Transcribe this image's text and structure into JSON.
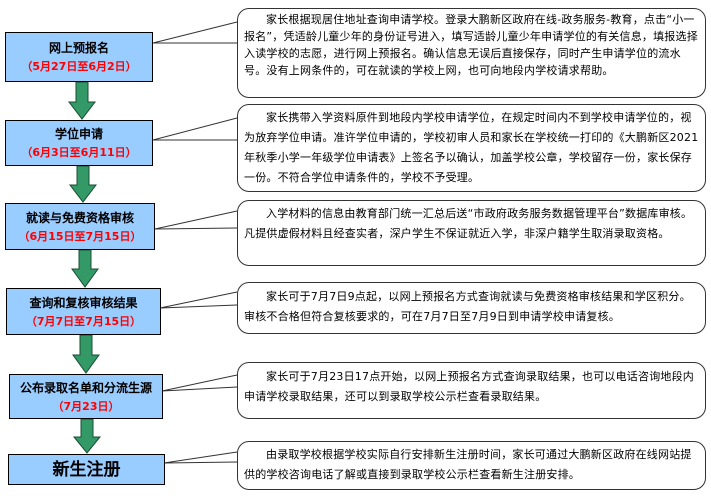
{
  "steps": [
    {
      "title": "网上预报名",
      "date": "（5月27日至6月2日）"
    },
    {
      "title": "学位申请",
      "date": "（6月3日至6月11日）"
    },
    {
      "title": "就读与免费资格审核",
      "date": "（6月15日至7月15日）"
    },
    {
      "title": "查询和复核审核结果",
      "date": "（7月7日至7月15日）"
    },
    {
      "title": "公布录取名单和分流生源",
      "date": "（7月23日）"
    },
    {
      "title": "新生注册"
    }
  ],
  "notes": [
    "家长根据现居住地址查询申请学校。登录大鹏新区政府在线-政务服务-教育，点击“小一报名”，凭适龄儿童少年的身份证号进入，填写适龄儿童少年申请学位的有关信息，填报选择入读学校的志愿，进行网上预报名。确认信息无误后直接保存，同时产生申请学位的流水号。没有上网条件的，可在就读的学校上网，也可向地段内学校请求帮助。",
    "家长携带入学资料原件到地段内学校申请学位，在规定时间内不到学校申请学位的，视为放弃学位申请。准许学位申请的，学校初审人员和家长在学校统一打印的《大鹏新区2021年秋季小学一年级学位申请表》上签名予以确认，加盖学校公章，学校留存一份，家长保存一份。不符合学位申请条件的，学校不予受理。",
    "入学材料的信息由教育部门统一汇总后送“市政府政务服务数据管理平台”数据库审核。凡提供虚假材料且经查实者，深户学生不保证就近入学，非深户籍学生取消录取资格。",
    "家长可于7月7日9点起，以网上预报名方式查询就读与免费资格审核结果和学区积分。审核不合格但符合复核要求的，可在7月7日至7月9日到申请学校申请复核。",
    "家长可于7月23日17点开始，以网上预报名方式查询录取结果，也可以电话咨询地段内申请学校录取结果，还可以到录取学校公示栏查看录取结果。",
    "由录取学校根据学校实际自行安排新生注册时间，家长可通过大鹏新区政府在线网站提供的学校咨询电话了解或直接到录取学校公示栏查看新生注册安排。"
  ],
  "colors": {
    "box": "#99ccff",
    "arrow": "#339966",
    "date": "#ff0000"
  }
}
